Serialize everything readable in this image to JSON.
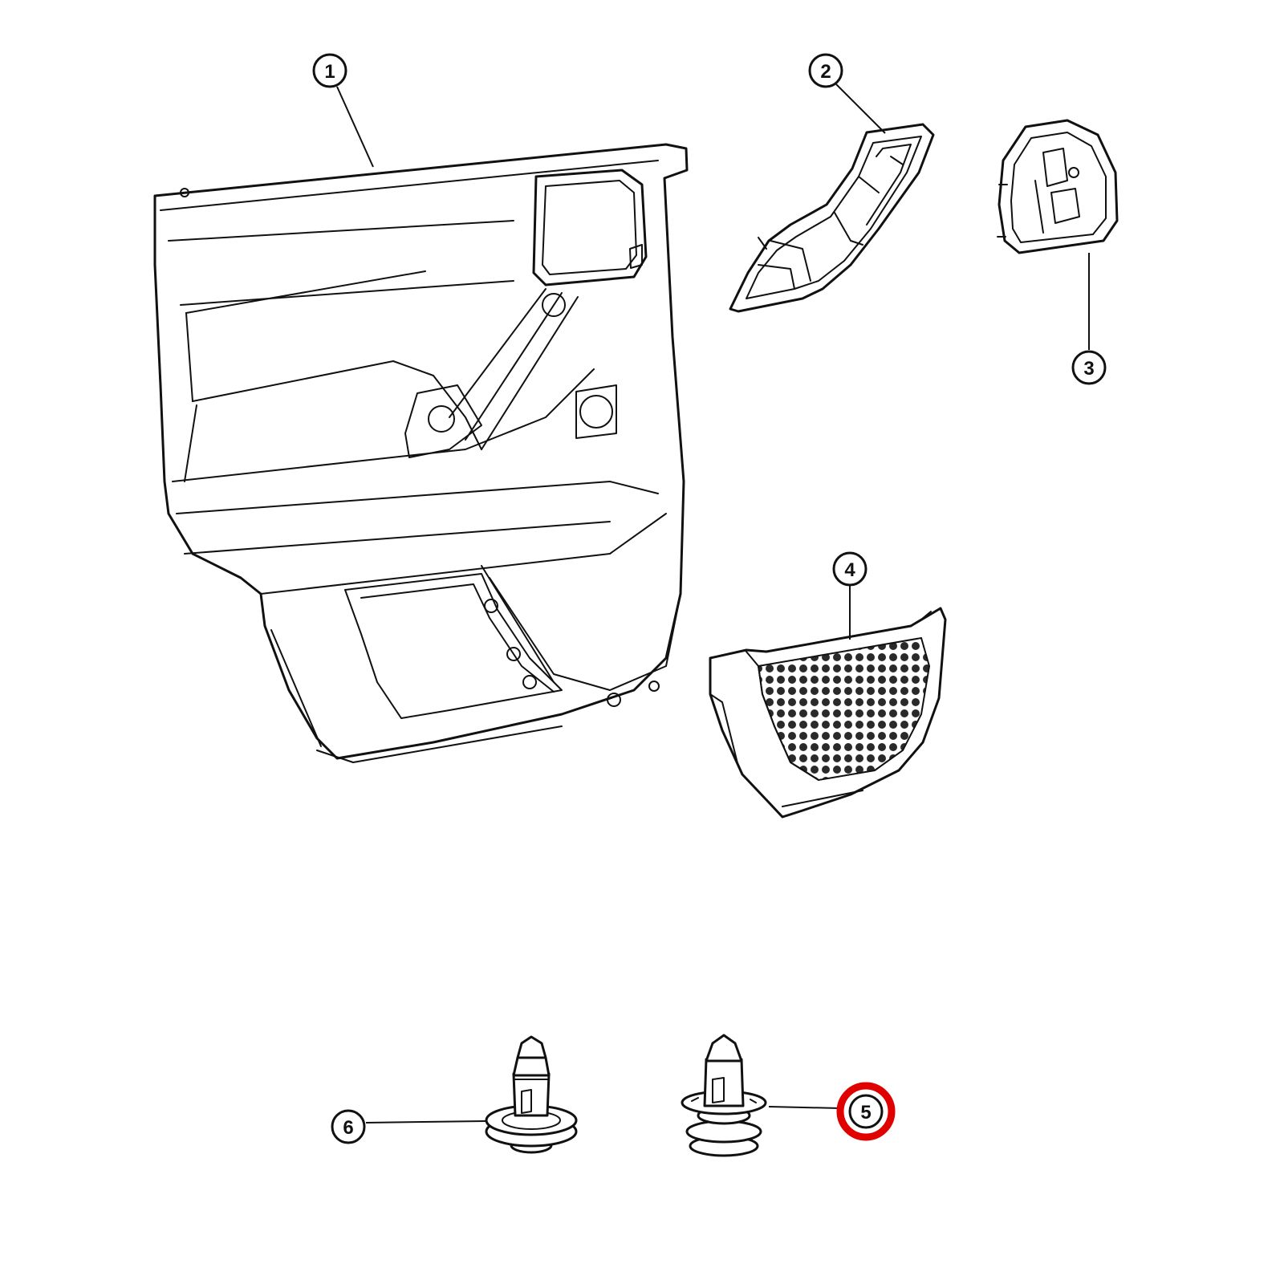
{
  "callouts": [
    {
      "id": "1",
      "label": "1",
      "part": "door-trim-panel"
    },
    {
      "id": "2",
      "label": "2",
      "part": "pull-handle-bezel"
    },
    {
      "id": "3",
      "label": "3",
      "part": "handle-cup-bezel"
    },
    {
      "id": "4",
      "label": "4",
      "part": "map-pocket-net"
    },
    {
      "id": "5",
      "label": "5",
      "part": "push-pin-fastener-double-flange",
      "highlighted": true
    },
    {
      "id": "6",
      "label": "6",
      "part": "push-pin-fastener-single-flange"
    }
  ],
  "colors": {
    "line": "#111111",
    "background": "#ffffff",
    "highlight": "#e10000"
  }
}
